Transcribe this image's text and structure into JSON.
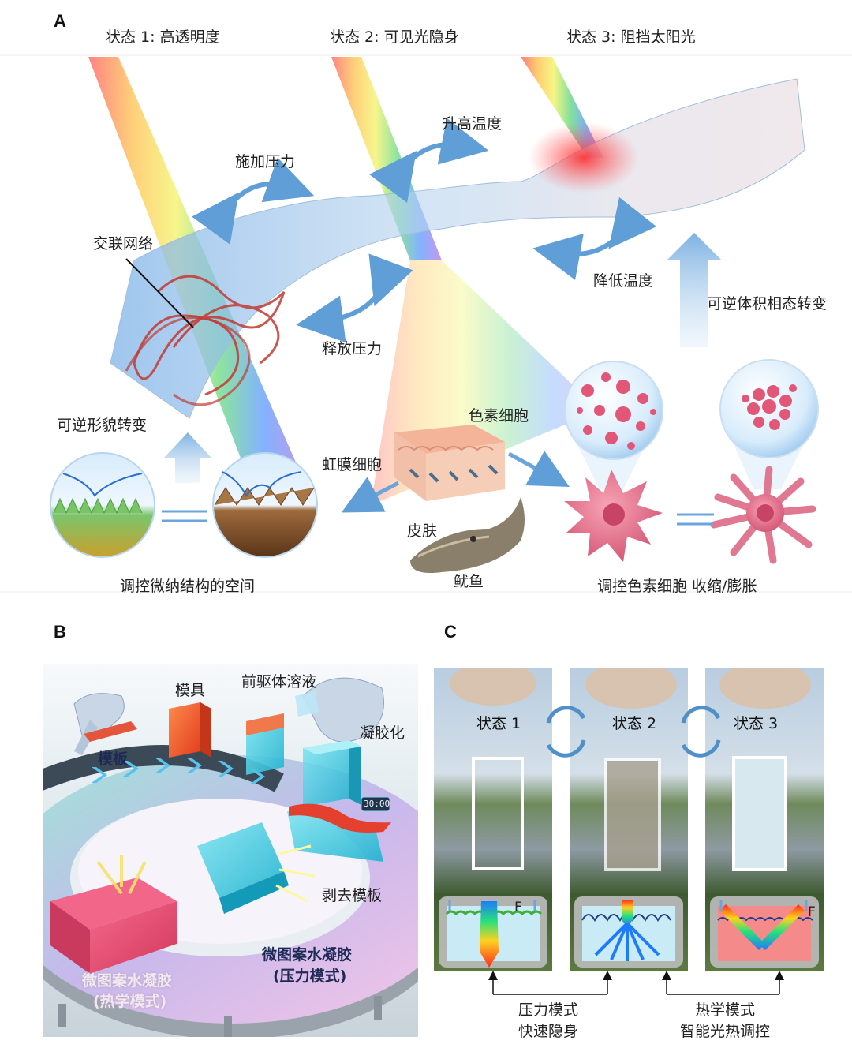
{
  "panel_a": {
    "letter": "A",
    "state1": "状态 1: 高透明度",
    "state2": "状态 2: 可见光隐身",
    "state3": "状态 3: 阻挡太阳光",
    "raise_temp": "升高温度",
    "apply_pressure": "施加压力",
    "crosslink": "交联网络",
    "lower_temp": "降低温度",
    "reversible_volume": "可逆体积相态转变",
    "release_pressure": "释放压力",
    "reversible_morph": "可逆形貌转变",
    "chromatophore": "色素细胞",
    "iridophore": "虹膜细胞",
    "skin": "皮肤",
    "squid": "鱿鱼",
    "micro_space": "调控微纳结构的空间",
    "chromato_control": "调控色素细胞 收缩/膨胀"
  },
  "panel_b": {
    "letter": "B",
    "mold": "模具",
    "precursor": "前驱体溶液",
    "template": "模板",
    "gelation": "凝胶化",
    "timer": "30:00",
    "peel": "剥去模板",
    "hydrogel_pressure_1": "微图案水凝胶",
    "hydrogel_pressure_2": "(压力模式)",
    "hydrogel_thermal_1": "微图案水凝胶",
    "hydrogel_thermal_2": "(热学模式)"
  },
  "panel_c": {
    "letter": "C",
    "state1": "状态 1",
    "state2": "状态 2",
    "state3": "状态 3",
    "force1": "F",
    "force3": "F",
    "pressure_mode_1": "压力模式",
    "pressure_mode_2": "快速隐身",
    "thermal_mode_1": "热学模式",
    "thermal_mode_2": "智能光热调控"
  }
}
